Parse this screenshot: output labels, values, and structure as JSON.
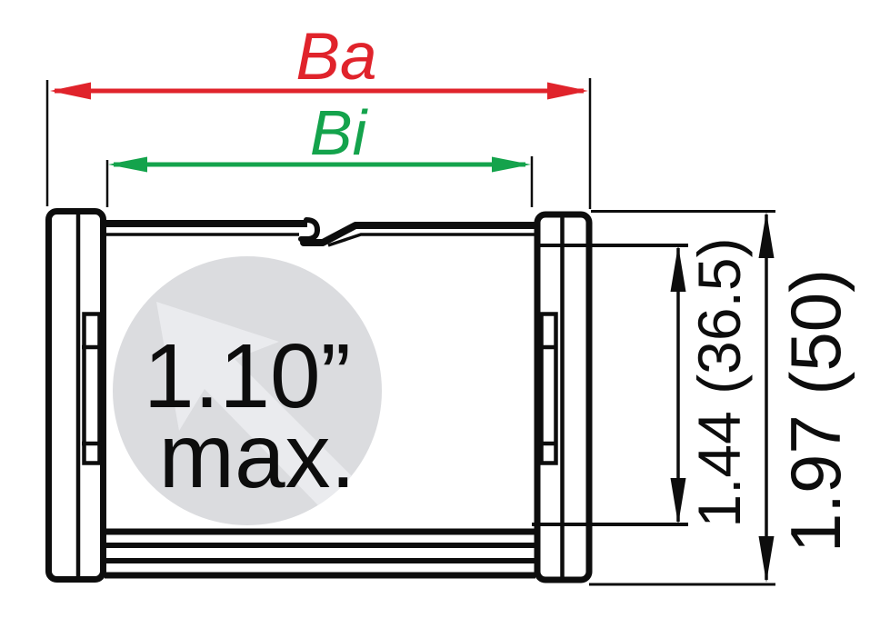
{
  "labels": {
    "outer_width": "Ba",
    "inner_width": "Bi"
  },
  "dimensions": {
    "inner_height": "1.44 (36.5)",
    "outer_height": "1.97 (50)"
  },
  "note": {
    "line1": "1.10”",
    "line2": "max."
  },
  "colors": {
    "outer_width_accent": "#e0232b",
    "inner_width_accent": "#14a34c",
    "drawing_line": "#0d0d0d",
    "watermark_circle": "#dbdcdf",
    "watermark_arrow": "#eaebee"
  }
}
